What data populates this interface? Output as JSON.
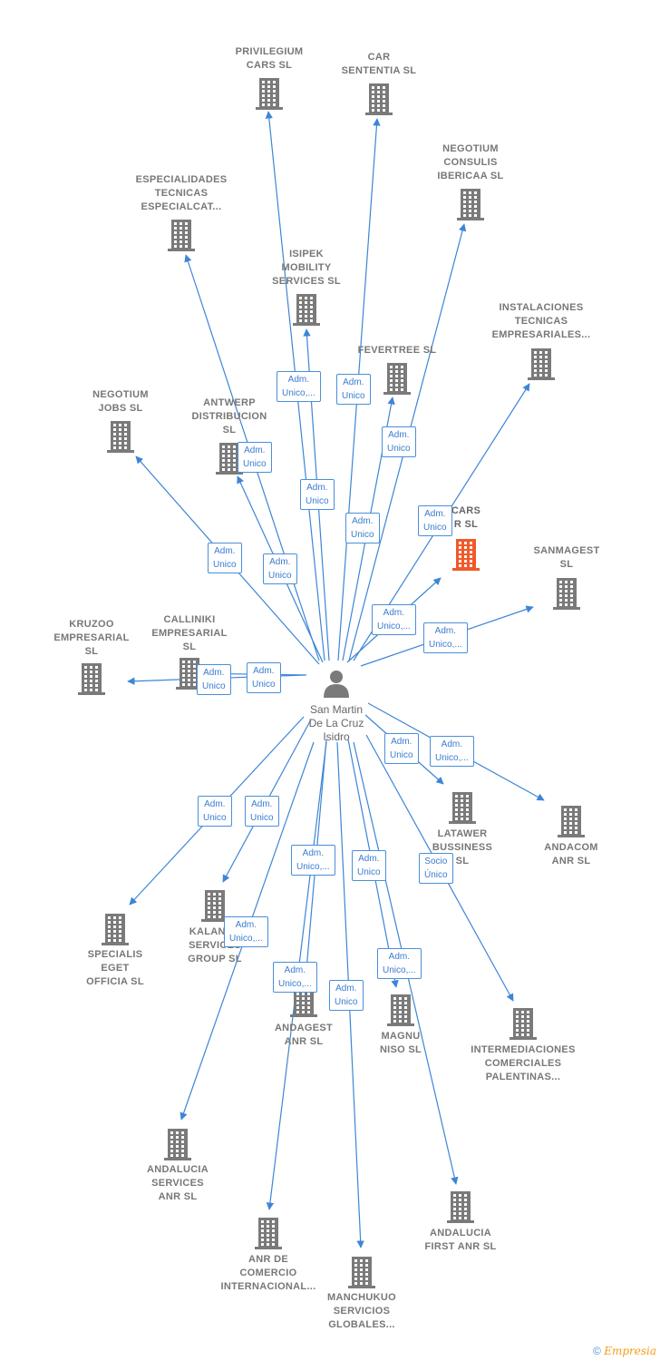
{
  "center": {
    "name": "San Martin\nDe La Cruz\nIsidro",
    "icon": "person-icon"
  },
  "colors": {
    "edge": "#3d85d6",
    "building": "#7a7a7a",
    "highlight": "#f05a28"
  },
  "nodes": [
    {
      "id": "privilegium",
      "label": "PRIVILEGIUM\nCARS  SL",
      "highlight": false
    },
    {
      "id": "car-sententia",
      "label": "CAR\nSENTENTIA  SL",
      "highlight": false
    },
    {
      "id": "negotium-consulis",
      "label": "NEGOTIUM\nCONSULIS\nIBERICAA  SL",
      "highlight": false
    },
    {
      "id": "especialidades",
      "label": "ESPECIALIDADES\nTECNICAS\nESPECIALCAT...",
      "highlight": false
    },
    {
      "id": "isipek",
      "label": "ISIPEK\nMOBILITY\nSERVICES  SL",
      "highlight": false
    },
    {
      "id": "instalaciones",
      "label": "INSTALACIONES\nTECNICAS\nEMPRESARIALES...",
      "highlight": false
    },
    {
      "id": "fevertree",
      "label": "FEVERTREE SL",
      "highlight": false
    },
    {
      "id": "negotium-jobs",
      "label": "NEGOTIUM\nJOBS  SL",
      "highlight": false
    },
    {
      "id": "antwerp",
      "label": "ANTWERP\nDISTRIBUCION\nSL",
      "highlight": false
    },
    {
      "id": "cars-sl",
      "label": "CARS\nR  SL",
      "highlight": true
    },
    {
      "id": "sanmagest",
      "label": "SANMAGEST\nSL",
      "highlight": false
    },
    {
      "id": "kruzoo",
      "label": "KRUZOO\nEMPRESARIAL\nSL",
      "highlight": false
    },
    {
      "id": "calliniki",
      "label": "CALLINIKI\nEMPRESARIAL\nSL",
      "highlight": false
    },
    {
      "id": "latawer",
      "label": "LATAWER\nBUSSINESS\nSL",
      "highlight": false
    },
    {
      "id": "andacom",
      "label": "ANDACOM\nANR  SL",
      "highlight": false
    },
    {
      "id": "specialis",
      "label": "SPECIALIS\nEGET\nOFFICIA  SL",
      "highlight": false
    },
    {
      "id": "kalanba",
      "label": "KALANBA\nSERVICES\nGROUP  SL",
      "highlight": false
    },
    {
      "id": "andagest",
      "label": "ANDAGEST\nANR  SL",
      "highlight": false
    },
    {
      "id": "magnuniso",
      "label": "MAGNU\nNISO  SL",
      "highlight": false
    },
    {
      "id": "intermediaciones",
      "label": "INTERMEDIACIONES\nCOMERCIALES\nPALENTINAS...",
      "highlight": false
    },
    {
      "id": "andalucia-services",
      "label": "ANDALUCIA\nSERVICES\nANR  SL",
      "highlight": false
    },
    {
      "id": "anr-comercio",
      "label": "ANR DE\nCOMERCIO\nINTERNACIONAL...",
      "highlight": false
    },
    {
      "id": "manchukuo",
      "label": "MANCHUKUO\nSERVICIOS\nGLOBALES...",
      "highlight": false
    },
    {
      "id": "andalucia-first",
      "label": "ANDALUCIA\nFIRST ANR  SL",
      "highlight": false
    }
  ],
  "roles": [
    {
      "to": "isipek",
      "label": "Adm.\nUnico,..."
    },
    {
      "to": "car-sententia",
      "label": "Adm.\nUnico"
    },
    {
      "to": "fevertree",
      "label": "Adm.\nUnico"
    },
    {
      "to": "antwerp",
      "label": "Adm.\nUnico"
    },
    {
      "to": "privilegium",
      "label": "Adm.\nUnico"
    },
    {
      "to": "negotium-consulis",
      "label": "Adm.\nUnico"
    },
    {
      "to": "instalaciones",
      "label": "Adm.\nUnico"
    },
    {
      "to": "negotium-jobs",
      "label": "Adm.\nUnico"
    },
    {
      "to": "especialidades",
      "label": "Adm.\nUnico"
    },
    {
      "to": "cars-sl",
      "label": "Adm.\nUnico,..."
    },
    {
      "to": "sanmagest",
      "label": "Adm.\nUnico,..."
    },
    {
      "to": "kruzoo",
      "label": "Adm.\nUnico"
    },
    {
      "to": "calliniki",
      "label": "Adm.\nUnico"
    },
    {
      "to": "latawer",
      "label": "Adm.\nUnico"
    },
    {
      "to": "andacom",
      "label": "Adm.\nUnico,..."
    },
    {
      "to": "specialis",
      "label": "Adm.\nUnico"
    },
    {
      "to": "kalanba",
      "label": "Adm.\nUnico"
    },
    {
      "to": "andagest",
      "label": "Adm.\nUnico,..."
    },
    {
      "to": "magnuniso",
      "label": "Adm.\nUnico"
    },
    {
      "to": "intermediaciones",
      "label": "Socio\nÚnico"
    },
    {
      "to": "andalucia-services",
      "label": "Adm.\nUnico,..."
    },
    {
      "to": "anr-comercio",
      "label": "Adm.\nUnico,..."
    },
    {
      "to": "manchukuo",
      "label": "Adm.\nUnico"
    },
    {
      "to": "andalucia-first",
      "label": "Adm.\nUnico,..."
    }
  ],
  "footer": {
    "copyright": "©",
    "brand": "Empresia"
  }
}
